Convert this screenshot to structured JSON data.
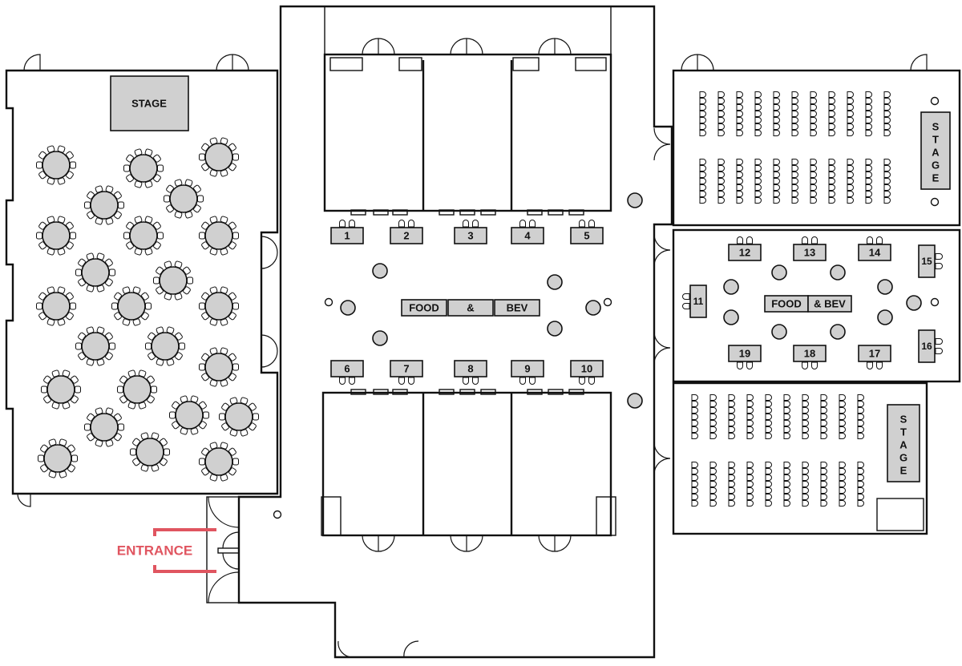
{
  "labels": {
    "stage": "STAGE",
    "entrance": "ENTRANCE",
    "food": "FOOD",
    "amp": "&",
    "bev": "BEV",
    "amp_bev": "& BEV"
  },
  "booths": [
    {
      "num": "1"
    },
    {
      "num": "2"
    },
    {
      "num": "3"
    },
    {
      "num": "4"
    },
    {
      "num": "5"
    },
    {
      "num": "6"
    },
    {
      "num": "7"
    },
    {
      "num": "8"
    },
    {
      "num": "9"
    },
    {
      "num": "10"
    },
    {
      "num": "11"
    },
    {
      "num": "12"
    },
    {
      "num": "13"
    },
    {
      "num": "14"
    },
    {
      "num": "15"
    },
    {
      "num": "16"
    },
    {
      "num": "17"
    },
    {
      "num": "18"
    },
    {
      "num": "19"
    }
  ],
  "colors": {
    "fixture_fill": "#d0d0d0",
    "line": "#111111",
    "entrance": "#e05560"
  }
}
